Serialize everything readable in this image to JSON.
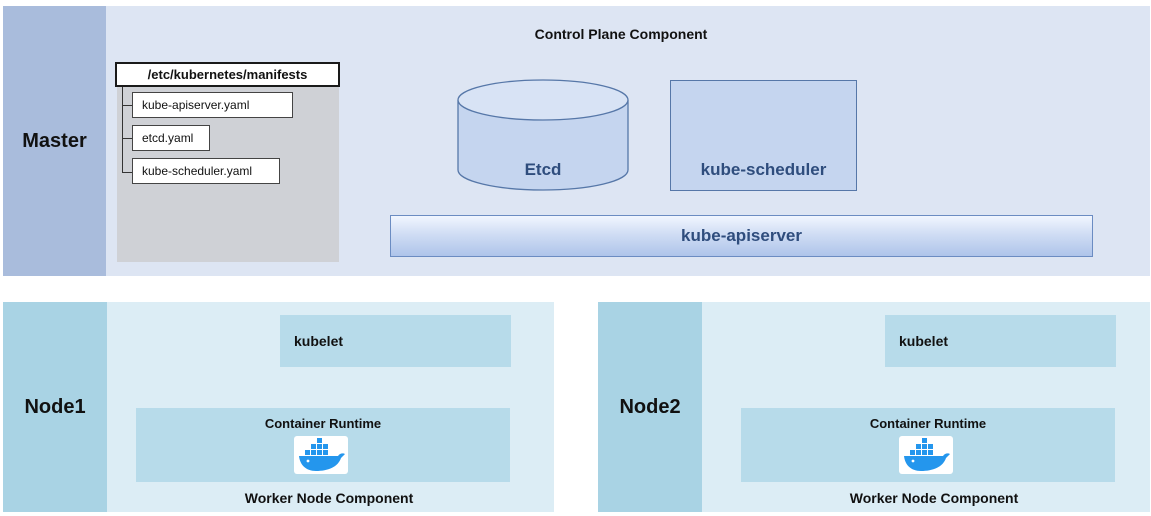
{
  "master": {
    "label": "Master",
    "title": "Control Plane Component",
    "manifests": {
      "header": "/etc/kubernetes/manifests",
      "files": [
        "kube-apiserver.yaml",
        "etcd.yaml",
        "kube-scheduler.yaml"
      ]
    },
    "etcd": "Etcd",
    "scheduler": "kube-scheduler",
    "apiserver": "kube-apiserver"
  },
  "nodes": [
    {
      "label": "Node1",
      "kubelet": "kubelet",
      "runtime": "Container Runtime",
      "runtime_icon": "docker-whale-icon",
      "footer": "Worker Node Component"
    },
    {
      "label": "Node2",
      "kubelet": "kubelet",
      "runtime": "Container Runtime",
      "runtime_icon": "docker-whale-icon",
      "footer": "Worker Node Component"
    }
  ],
  "colors": {
    "master_label_bg": "#a9bcdc",
    "master_bg": "#dde5f3",
    "node_label_bg": "#a9d3e4",
    "node_bg": "#dcedf5",
    "component_text": "#2f4d7d",
    "docker_blue": "#2496ed"
  }
}
